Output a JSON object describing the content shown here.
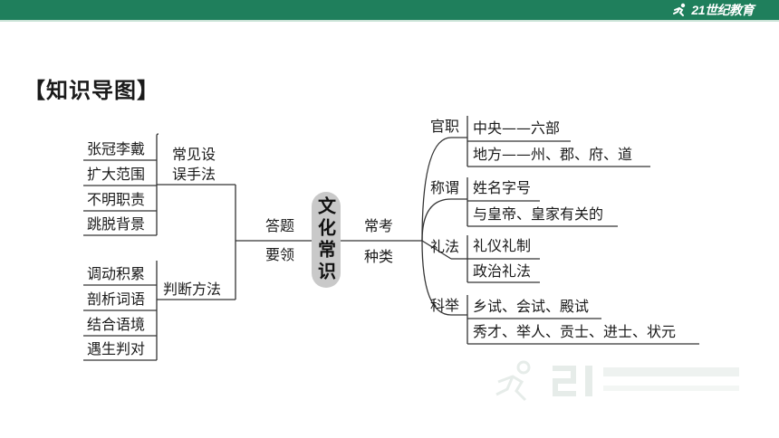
{
  "header": {
    "logo_text": "21世纪教育"
  },
  "title": "【知识导图】",
  "center": "文化常识",
  "left": {
    "branch_top_label": [
      "常见设",
      "误手法"
    ],
    "branch_top_items": [
      "张冠李戴",
      "扩大范围",
      "不明职责",
      "跳脱背景"
    ],
    "branch_bottom_label": "判断方法",
    "branch_bottom_items": [
      "调动积累",
      "剖析词语",
      "结合语境",
      "遇生判对"
    ],
    "connector_label": [
      "答题",
      "要领"
    ]
  },
  "right": {
    "connector_label": [
      "常考",
      "种类"
    ],
    "categories": [
      {
        "name": "官职",
        "items": [
          "中央——六部",
          "地方——州、郡、府、道"
        ]
      },
      {
        "name": "称谓",
        "items": [
          "姓名字号",
          "与皇帝、皇家有关的"
        ]
      },
      {
        "name": "礼法",
        "items": [
          "礼仪礼制",
          "政治礼法"
        ]
      },
      {
        "name": "科举",
        "items": [
          "乡试、会试、殿试",
          "秀才、举人、贡士、进士、状元"
        ]
      }
    ]
  }
}
